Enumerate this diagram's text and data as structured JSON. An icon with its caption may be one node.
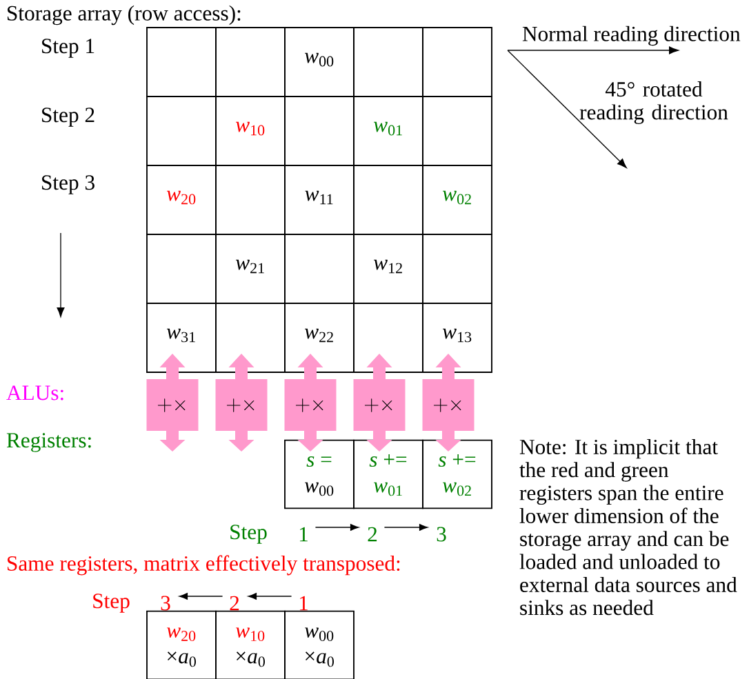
{
  "diagram": {
    "title": "Storage array (row access):",
    "nodes": [
      {
        "text": [],
        "shape": "box"
      },
      {
        "text": [],
        "shape": "box"
      },
      {
        "text": [
          "*w*$_{00}$"
        ]
      },
      {
        "text": [],
        "shape": "box"
      },
      {
        "text": [],
        "shape": "box"
      },
      {
        "text": [],
        "shape": "box"
      },
      {
        "text": [
          "*w*$_{10}$"
        ]
      },
      {
        "text": [],
        "shape": "box"
      },
      {
        "text": [
          "*w*$_{01}$"
        ]
      },
      {
        "text": [],
        "shape": "box"
      },
      {
        "text": [
          "*w*$_{20}$"
        ]
      },
      {
        "text": [],
        "shape": "box"
      },
      {
        "text": [
          "*w*$_{11}$"
        ]
      },
      {
        "text": [],
        "shape": "box"
      },
      {
        "text": [
          "*w*$_{02}$"
        ]
      },
      {
        "text": [],
        "shape": "box"
      },
      {
        "text": [
          "*w*$_{21}$"
        ]
      },
      {
        "text": [],
        "shape": "box"
      },
      {
        "text": [
          "*w*$_{12}$"
        ]
      },
      {
        "text": [],
        "shape": "box"
      },
      {
        "text": [
          "*w*$_{31}$"
        ]
      },
      {
        "text": [],
        "shape": "box"
      },
      {
        "text": [
          "*w*$_{22}$"
        ]
      },
      {
        "text": [],
        "shape": "box"
      },
      {
        "text": [
          "*w*$_{13}$"
        ]
      },
      {
        "text": [
          "+×"
        ]
      },
      {
        "text": [
          "+×"
        ]
      },
      {
        "text": [
          "+×"
        ]
      },
      {
        "text": [
          "+×"
        ]
      },
      {
        "text": [
          "+×"
        ]
      },
      {
        "text": [
          "*s* =",
          "*w*$_{00}$"
        ]
      },
      {
        "text": [
          "*s* +=",
          "*w*$_{01}$"
        ]
      },
      {
        "text": [
          "*s* +=",
          "*w*$_{02}$"
        ]
      },
      {
        "text": [
          "1"
        ]
      },
      {
        "text": [
          "2"
        ]
      },
      {
        "text": [
          "3"
        ]
      },
      {
        "text": [
          "3"
        ]
      },
      {
        "text": [
          "2"
        ]
      },
      {
        "text": [
          "1"
        ]
      },
      {
        "text": [
          "*w*$_{20}$",
          "×*a*$_{0}$"
        ]
      },
      {
        "text": [
          "*w*$_{10}$",
          "×*a*$_{0}$"
        ]
      },
      {
        "text": [
          "*w*$_{00}$",
          "×*a*$_{0}$"
        ]
      }
    ],
    "edges": [
      {
        "from": 33,
        "to": 34,
        "arrow": "to"
      },
      {
        "from": 34,
        "to": 35,
        "arrow": "to"
      },
      {
        "from": 38,
        "to": 37,
        "arrow": "to"
      },
      {
        "from": 37,
        "to": 36,
        "arrow": "to"
      }
    ],
    "labels": [
      "Normal reading direction",
      "Step 1",
      "45° rotated reading direction",
      "Step 2",
      "Step 3",
      "ALUs:",
      "Registers:",
      "Note: It is implicit that the red and green registers span the entire lower dimension of the storage array and can be loaded and unloaded to external data sources and sinks as needed",
      "Step",
      "Same registers, matrix effectively transposed:",
      "Step"
    ]
  }
}
